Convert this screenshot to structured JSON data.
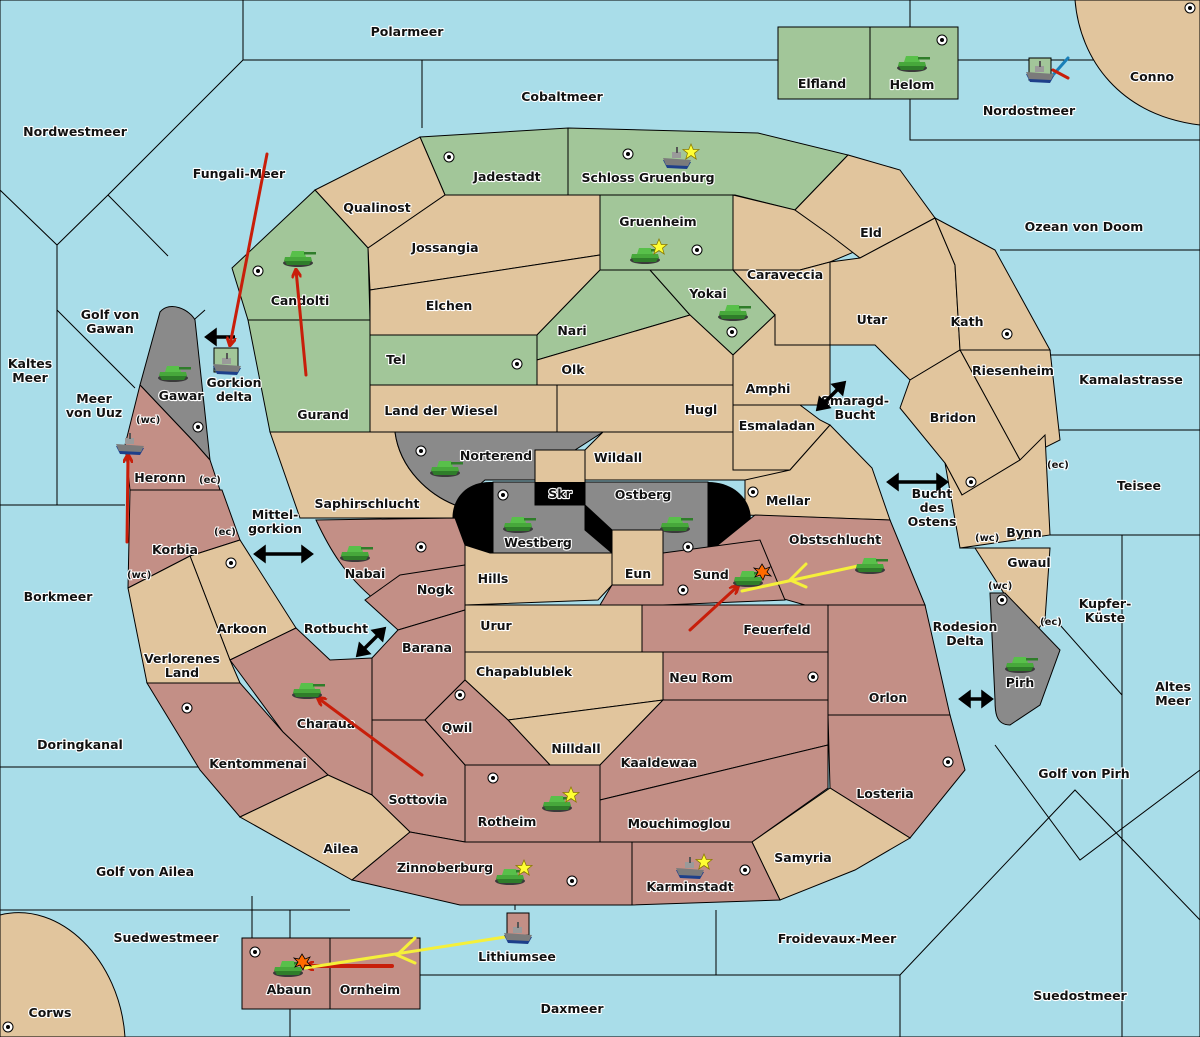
{
  "colors": {
    "sea": "#a9dde9",
    "neutral": "#e1c59d",
    "green_power": "#a2c699",
    "red_power": "#c38f86",
    "grey_power": "#8a8a8a",
    "move_order": "#c81e0a",
    "support_order": "#f5f03a",
    "retreat_order": "#1a7fb8"
  },
  "regions": {
    "seas": [
      {
        "id": "polarmeer",
        "name": "Polarmeer"
      },
      {
        "id": "cobaltmeer",
        "name": "Cobaltmeer"
      },
      {
        "id": "nordwestmeer",
        "name": "Nordwestmeer"
      },
      {
        "id": "fungali-meer",
        "name": "Fungali-Meer"
      },
      {
        "id": "nordostmeer",
        "name": "Nordostmeer"
      },
      {
        "id": "ozean-von-doom",
        "name": "Ozean von Doom"
      },
      {
        "id": "golf-von-gawan",
        "name": "Golf von Gawan"
      },
      {
        "id": "kaltes-meer",
        "name": "Kaltes Meer"
      },
      {
        "id": "meer-von-uuz",
        "name": "Meer von Uuz"
      },
      {
        "id": "gorkion-delta",
        "name": "Gorkion delta"
      },
      {
        "id": "mittel-gorkion",
        "name": "Mittel- gorkion"
      },
      {
        "id": "borkmeer",
        "name": "Borkmeer"
      },
      {
        "id": "rotbucht",
        "name": "Rotbucht"
      },
      {
        "id": "doringkanal",
        "name": "Doringkanal"
      },
      {
        "id": "golf-von-ailea",
        "name": "Golf von Ailea"
      },
      {
        "id": "suedwestmeer",
        "name": "Suedwestmeer"
      },
      {
        "id": "lithiumsee",
        "name": "Lithiumsee"
      },
      {
        "id": "daxmeer",
        "name": "Daxmeer"
      },
      {
        "id": "froidevaux-meer",
        "name": "Froidevaux-Meer"
      },
      {
        "id": "suedostmeer",
        "name": "Suedostmeer"
      },
      {
        "id": "golf-von-pirh",
        "name": "Golf von Pirh"
      },
      {
        "id": "altes-meer",
        "name": "Altes Meer"
      },
      {
        "id": "kupfer-kueste",
        "name": "Kupfer- Küste"
      },
      {
        "id": "teisee",
        "name": "Teisee"
      },
      {
        "id": "kamalastrasse",
        "name": "Kamalastrasse"
      },
      {
        "id": "smaragd-bucht",
        "name": "Smaragd- Bucht"
      },
      {
        "id": "bucht-des-ostens",
        "name": "Bucht des Ostens"
      },
      {
        "id": "rodesion-delta",
        "name": "Rodesion Delta"
      }
    ],
    "lands": [
      {
        "id": "elfland",
        "name": "Elfland",
        "owner": "green"
      },
      {
        "id": "helom",
        "name": "Helom",
        "owner": "green"
      },
      {
        "id": "conno",
        "name": "Conno",
        "owner": "neutral"
      },
      {
        "id": "jadestadt",
        "name": "Jadestadt",
        "owner": "green"
      },
      {
        "id": "schloss-gruenburg",
        "name": "Schloss Gruenburg",
        "owner": "green"
      },
      {
        "id": "qualinost",
        "name": "Qualinost",
        "owner": "neutral"
      },
      {
        "id": "jossangia",
        "name": "Jossangia",
        "owner": "neutral"
      },
      {
        "id": "gruenheim",
        "name": "Gruenheim",
        "owner": "green"
      },
      {
        "id": "eld",
        "name": "Eld",
        "owner": "neutral"
      },
      {
        "id": "candolti",
        "name": "Candolti",
        "owner": "green"
      },
      {
        "id": "elchen",
        "name": "Elchen",
        "owner": "neutral"
      },
      {
        "id": "caraveccia",
        "name": "Caraveccia",
        "owner": "neutral"
      },
      {
        "id": "yokai",
        "name": "Yokai",
        "owner": "green"
      },
      {
        "id": "nari",
        "name": "Nari",
        "owner": "green"
      },
      {
        "id": "utar",
        "name": "Utar",
        "owner": "neutral"
      },
      {
        "id": "kath",
        "name": "Kath",
        "owner": "neutral"
      },
      {
        "id": "tel",
        "name": "Tel",
        "owner": "green"
      },
      {
        "id": "olk",
        "name": "Olk",
        "owner": "neutral"
      },
      {
        "id": "riesenheim",
        "name": "Riesenheim",
        "owner": "neutral"
      },
      {
        "id": "gawar",
        "name": "Gawar",
        "owner": "grey"
      },
      {
        "id": "gurand",
        "name": "Gurand",
        "owner": "green"
      },
      {
        "id": "land-der-wiesel",
        "name": "Land der Wiesel",
        "owner": "neutral"
      },
      {
        "id": "hugl",
        "name": "Hugl",
        "owner": "neutral"
      },
      {
        "id": "amphi",
        "name": "Amphi",
        "owner": "neutral"
      },
      {
        "id": "esmaladan",
        "name": "Esmaladan",
        "owner": "neutral"
      },
      {
        "id": "bridon",
        "name": "Bridon",
        "owner": "neutral"
      },
      {
        "id": "heronn",
        "name": "Heronn",
        "owner": "red"
      },
      {
        "id": "norterend",
        "name": "Norterend",
        "owner": "grey"
      },
      {
        "id": "wildall",
        "name": "Wildall",
        "owner": "neutral"
      },
      {
        "id": "skr",
        "name": "Skr",
        "owner": "neutral"
      },
      {
        "id": "ostberg",
        "name": "Ostberg",
        "owner": "grey"
      },
      {
        "id": "westberg",
        "name": "Westberg",
        "owner": "grey"
      },
      {
        "id": "saphirschlucht",
        "name": "Saphirschlucht",
        "owner": "neutral"
      },
      {
        "id": "mellar",
        "name": "Mellar",
        "owner": "neutral"
      },
      {
        "id": "bynn",
        "name": "Bynn",
        "owner": "neutral"
      },
      {
        "id": "korbia",
        "name": "Korbia",
        "owner": "red"
      },
      {
        "id": "nabai",
        "name": "Nabai",
        "owner": "red"
      },
      {
        "id": "obstschlucht",
        "name": "Obstschlucht",
        "owner": "red"
      },
      {
        "id": "gwaul",
        "name": "Gwaul",
        "owner": "neutral"
      },
      {
        "id": "hills",
        "name": "Hills",
        "owner": "neutral"
      },
      {
        "id": "eun",
        "name": "Eun",
        "owner": "neutral"
      },
      {
        "id": "sund",
        "name": "Sund",
        "owner": "red"
      },
      {
        "id": "nogk",
        "name": "Nogk",
        "owner": "red"
      },
      {
        "id": "arkoon",
        "name": "Arkoon",
        "owner": "neutral"
      },
      {
        "id": "urur",
        "name": "Urur",
        "owner": "neutral"
      },
      {
        "id": "feuerfeld",
        "name": "Feuerfeld",
        "owner": "red"
      },
      {
        "id": "barana",
        "name": "Barana",
        "owner": "red"
      },
      {
        "id": "verlorenes-land",
        "name": "Verlorenes Land",
        "owner": "neutral"
      },
      {
        "id": "chapablublek",
        "name": "Chapablublek",
        "owner": "neutral"
      },
      {
        "id": "neu-rom",
        "name": "Neu Rom",
        "owner": "red"
      },
      {
        "id": "pirh",
        "name": "Pirh",
        "owner": "grey"
      },
      {
        "id": "orlon",
        "name": "Orlon",
        "owner": "red"
      },
      {
        "id": "charaua",
        "name": "Charaua",
        "owner": "red"
      },
      {
        "id": "qwil",
        "name": "Qwil",
        "owner": "red"
      },
      {
        "id": "nilldall",
        "name": "Nilldall",
        "owner": "neutral"
      },
      {
        "id": "kentommenai",
        "name": "Kentommenai",
        "owner": "red"
      },
      {
        "id": "kaaldewaa",
        "name": "Kaaldewaa",
        "owner": "red"
      },
      {
        "id": "losteria",
        "name": "Losteria",
        "owner": "red"
      },
      {
        "id": "sottovia",
        "name": "Sottovia",
        "owner": "red"
      },
      {
        "id": "rotheim",
        "name": "Rotheim",
        "owner": "red"
      },
      {
        "id": "mouchimoglou",
        "name": "Mouchimoglou",
        "owner": "red"
      },
      {
        "id": "ailea",
        "name": "Ailea",
        "owner": "neutral"
      },
      {
        "id": "samyria",
        "name": "Samyria",
        "owner": "neutral"
      },
      {
        "id": "zinnoberburg",
        "name": "Zinnoberburg",
        "owner": "red"
      },
      {
        "id": "karminstadt",
        "name": "Karminstadt",
        "owner": "red"
      },
      {
        "id": "abaun",
        "name": "Abaun",
        "owner": "red"
      },
      {
        "id": "ornheim",
        "name": "Ornheim",
        "owner": "red"
      },
      {
        "id": "corws",
        "name": "Corws",
        "owner": "neutral"
      }
    ]
  },
  "coast_markers": {
    "wc": "(wc)",
    "ec": "(ec)"
  },
  "units": [
    {
      "type": "army",
      "region": "helom",
      "owner": "green"
    },
    {
      "type": "fleet",
      "region": "nordostmeer",
      "owner": "green",
      "dislodged": true
    },
    {
      "type": "fleet",
      "region": "schloss-gruenburg",
      "owner": "green",
      "capital": true
    },
    {
      "type": "army",
      "region": "gruenheim",
      "owner": "green",
      "capital": true
    },
    {
      "type": "army",
      "region": "candolti",
      "owner": "green"
    },
    {
      "type": "army",
      "region": "yokai",
      "owner": "green"
    },
    {
      "type": "fleet",
      "region": "gorkion-delta",
      "owner": "green"
    },
    {
      "type": "army",
      "region": "gawar",
      "owner": "grey"
    },
    {
      "type": "fleet",
      "region": "meer-von-uuz",
      "owner": "grey"
    },
    {
      "type": "army",
      "region": "norterend",
      "owner": "grey"
    },
    {
      "type": "army",
      "region": "westberg",
      "owner": "grey"
    },
    {
      "type": "army",
      "region": "ostberg",
      "owner": "grey"
    },
    {
      "type": "army",
      "region": "pirh",
      "owner": "grey"
    },
    {
      "type": "army",
      "region": "nabai",
      "owner": "green"
    },
    {
      "type": "army",
      "region": "sund",
      "owner": "green",
      "attacked": true
    },
    {
      "type": "army",
      "region": "obstschlucht",
      "owner": "green"
    },
    {
      "type": "army",
      "region": "charaua",
      "owner": "green"
    },
    {
      "type": "army",
      "region": "rotheim",
      "owner": "green",
      "capital": true
    },
    {
      "type": "army",
      "region": "zinnoberburg",
      "owner": "green",
      "capital": true
    },
    {
      "type": "fleet",
      "region": "karminstadt",
      "owner": "grey",
      "capital": true
    },
    {
      "type": "army",
      "region": "abaun",
      "owner": "green",
      "attacked": true
    },
    {
      "type": "fleet",
      "region": "lithiumsee",
      "owner": "red"
    }
  ],
  "orders": [
    {
      "kind": "move",
      "from": "fungali-meer",
      "to": "gorkion-delta"
    },
    {
      "kind": "move",
      "from": "gurand",
      "to": "candolti"
    },
    {
      "kind": "move",
      "from": "korbia",
      "to": "meer-von-uuz"
    },
    {
      "kind": "move",
      "from": "sottovia",
      "to": "charaua"
    },
    {
      "kind": "move",
      "from": "feuerfeld",
      "to": "sund"
    },
    {
      "kind": "support",
      "from": "obstschlucht",
      "to": "sund"
    },
    {
      "kind": "move",
      "from": "ornheim",
      "to": "abaun"
    },
    {
      "kind": "support",
      "from": "lithiumsee",
      "to": "abaun"
    },
    {
      "kind": "retreat",
      "from": "nordostmeer",
      "to": "ozean-von-doom"
    }
  ],
  "connectors": [
    {
      "between": [
        "gorkion-delta",
        "golf-von-gawan"
      ]
    },
    {
      "between": [
        "mittel-gorkion",
        "nabai"
      ]
    },
    {
      "between": [
        "rotbucht",
        "barana"
      ]
    },
    {
      "between": [
        "smaragd-bucht",
        "esmaladan"
      ]
    },
    {
      "between": [
        "bucht-des-ostens",
        "bridon"
      ]
    },
    {
      "between": [
        "rodesion-delta",
        "pirh"
      ]
    }
  ]
}
